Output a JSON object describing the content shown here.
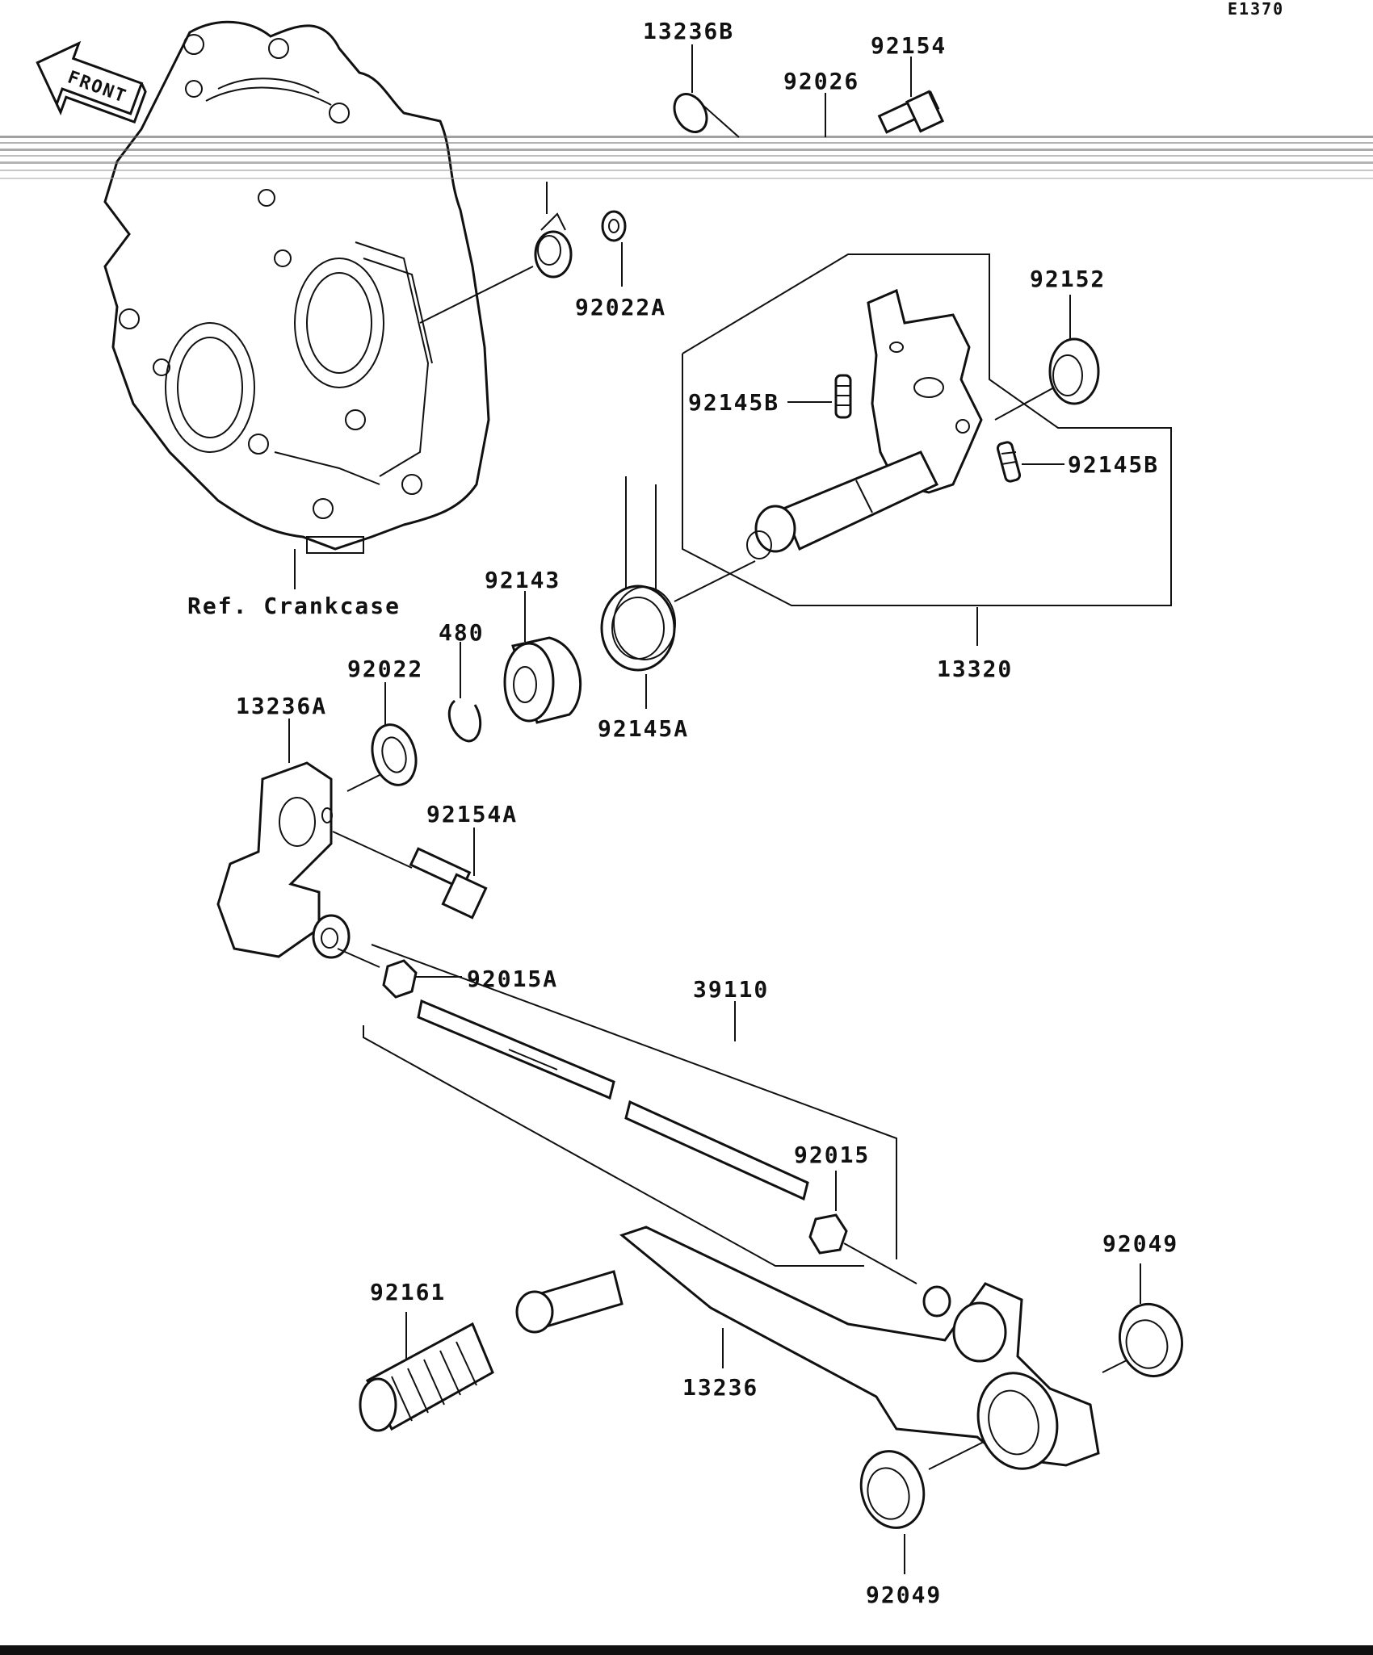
{
  "diagram_code": "E1370",
  "front_badge": "FRONT",
  "parts": {
    "p13236B": "13236B",
    "p92154": "92154",
    "p92026": "92026",
    "p92022A": "92022A",
    "p92152": "92152",
    "p92145B_1": "92145B",
    "p92145B_2": "92145B",
    "p92143": "92143",
    "p480": "480",
    "p92022": "92022",
    "p13236A": "13236A",
    "p92145A": "92145A",
    "p13320": "13320",
    "p92154A": "92154A",
    "p92015A": "92015A",
    "p39110": "39110",
    "p92015": "92015",
    "p92049_1": "92049",
    "p92161": "92161",
    "p13236": "13236",
    "p92049_2": "92049",
    "ref_crankcase": "Ref. Crankcase"
  }
}
